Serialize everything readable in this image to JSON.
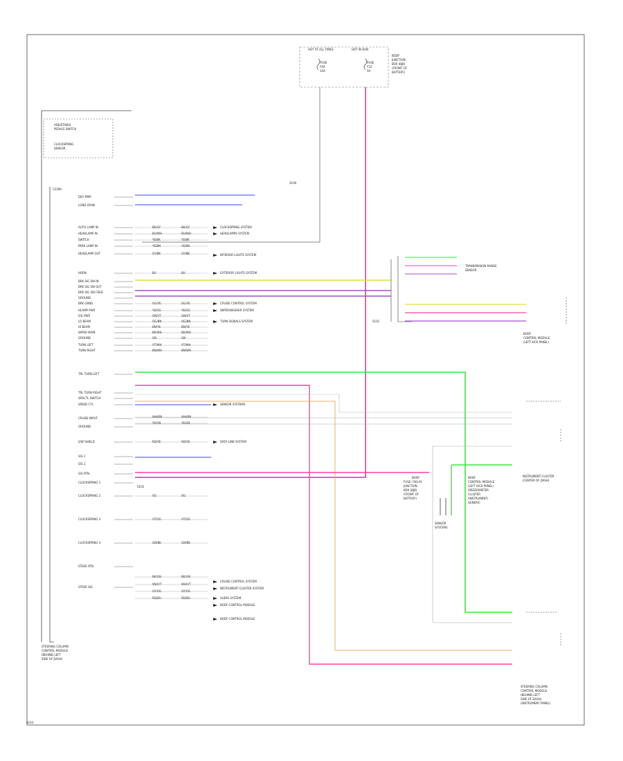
{
  "fuse_box": {
    "left_label": "HOT AT ALL TIMES",
    "right_label": "HOT IN RUN",
    "fuse_a": [
      "FUSE",
      "F46",
      "10A"
    ],
    "fuse_b": [
      "FUSE",
      "F52",
      "5A"
    ],
    "box_label": [
      "BODY",
      "JUNCTION",
      "BOX (BJB)",
      "(FRONT OF",
      "BATTERY)"
    ]
  },
  "module": {
    "title_box_1": [
      "ADJUSTABLE",
      "PEDALS SWITCH"
    ],
    "title_box_2": [
      "CLOCKSPRING",
      "SENSOR"
    ],
    "bottom_label": [
      "STEERING COLUMN",
      "CONTROL MODULE",
      "(BEHIND LEFT",
      "SIDE OF DASH)"
    ],
    "tag": "C2290",
    "pins": [
      "DEV PWR",
      "LGND (RUN)",
      "AUTO LAMP IN",
      "HEADLAMP IN",
      "SWITCH",
      "PARK LAMP IN",
      "HEADLAMP OUT",
      "HORN",
      "BRK SIG SW IN",
      "BRK SIG SW OUT",
      "BRK SIG SW FEED",
      "GROUND",
      "BRK GRND",
      "HLAMP PWR",
      "SIG PWR",
      "LO BEAM",
      "HI BEAM",
      "WIPER MAIN",
      "GROUND",
      "TURN LEFT",
      "TURN RIGHT",
      "TRL TURN LEFT",
      "TRL TURN RIGHT",
      "SPDCTL SWITCH",
      "SPEED CTL",
      "CRUISE INPUT",
      "GROUND",
      "S/W SHIELD",
      "SIG 1",
      "SIG 2",
      "SIG RTN",
      "CLOCKSPRING 1",
      "CLOCKSPRING 2",
      "CLOCKSPRING 3",
      "CLOCKSPRING 4",
      "STEER RTN",
      "STEER SIG"
    ],
    "wire_codes": [
      "BK/GY",
      "BU/WH",
      "YE/BK",
      "YE/BN",
      "GY/BK",
      "BU",
      "OG/YE",
      "YE/OG",
      "GN/VT",
      "OG/BN",
      "BN/YE",
      "BK/WH",
      "GN",
      "VT/WH",
      "BN/WH",
      "WH/BN",
      "YE/GN",
      "RD/YE",
      "OG",
      "VT/OG",
      "GN/BK",
      "BK/GN",
      "WH/VT",
      "GY/OG",
      "RD/BU"
    ],
    "destinations": [
      "CLOCKSPRING SYSTEM",
      "HEADLAMPS SYSTEM",
      "INTERIOR LIGHTS SYSTEM",
      "EXTERIOR LIGHTS SYSTEM",
      "CRUISE CONTROL SYSTEM",
      "WIPER/WASHER SYSTEM",
      "TURN SIGNALS SYSTEM",
      "SENSOR SYSTEMS",
      "DATA LINK SYSTEM",
      "CRUISE CONTROL SYSTEM",
      "INSTRUMENT CLUSTER SYSTEM",
      "AUDIO SYSTEM",
      "BODY CONTROL MODULE",
      "BODY CONTROL MODULE"
    ]
  },
  "right_modules": {
    "transmission": [
      "TRANSMISSION RANGE",
      "SENSOR"
    ],
    "bcm": [
      "BODY",
      "CONTROL MODULE",
      "(LEFT KICK PANEL)"
    ],
    "gem_left": [
      "BODY",
      "FUSE / RELAY",
      "JUNCTION",
      "BOX (BJB)",
      "(FRONT OF",
      "BATTERY)"
    ],
    "gem_right": [
      "BODY",
      "CONTROL MODULE",
      "(LEFT KICK PANEL)",
      "SPEEDOMETER",
      "CLUSTER",
      "(INSTRUMENT)",
      "GENERIC"
    ],
    "cluster_label": [
      "INSTRUMENT CLUSTER",
      "(CENTER OF DASH)"
    ],
    "bottom_label": [
      "STEERING COLUMN",
      "CONTROL MODULE",
      "(BEHIND LEFT",
      "SIDE OF DASH)",
      "(INSTRUMENT PANEL)"
    ],
    "ground_label": [
      "SENSOR",
      "SYSTEMS"
    ]
  },
  "splices": [
    "S100",
    "S101",
    "S102",
    "S103"
  ],
  "colors": {
    "pink": "#ff3ea5",
    "green": "#36e83a",
    "yellow": "#dde235",
    "violet": "#a64cc9",
    "blue": "#5f6bff",
    "orange": "#e7b064",
    "gray": "#888888"
  }
}
